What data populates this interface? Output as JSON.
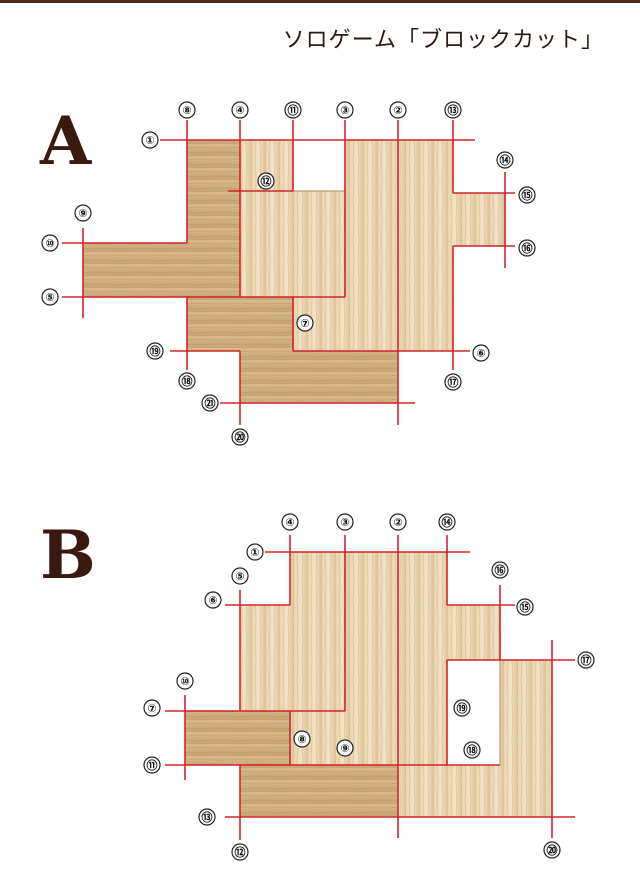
{
  "title": "ソロゲーム「ブロックカット」",
  "sections": [
    {
      "letter": "A",
      "labels": [
        "①",
        "②",
        "③",
        "④",
        "⑤",
        "⑥",
        "⑦",
        "⑧",
        "⑨",
        "⑩",
        "⑪",
        "⑫",
        "⑬",
        "⑭",
        "⑮",
        "⑯",
        "⑰",
        "⑱",
        "⑲",
        "⑳",
        "㉑"
      ]
    },
    {
      "letter": "B",
      "labels": [
        "①",
        "②",
        "③",
        "④",
        "⑤",
        "⑥",
        "⑦",
        "⑧",
        "⑨",
        "⑩",
        "⑪",
        "⑫",
        "⑬",
        "⑭",
        "⑮",
        "⑯",
        "⑰",
        "⑱",
        "⑲",
        "⑳"
      ]
    }
  ],
  "colors": {
    "cut_line": "#d2232a",
    "wood_light": "#ecd9b6",
    "wood_dark": "#c9a97a",
    "letter": "#3a1a10"
  }
}
